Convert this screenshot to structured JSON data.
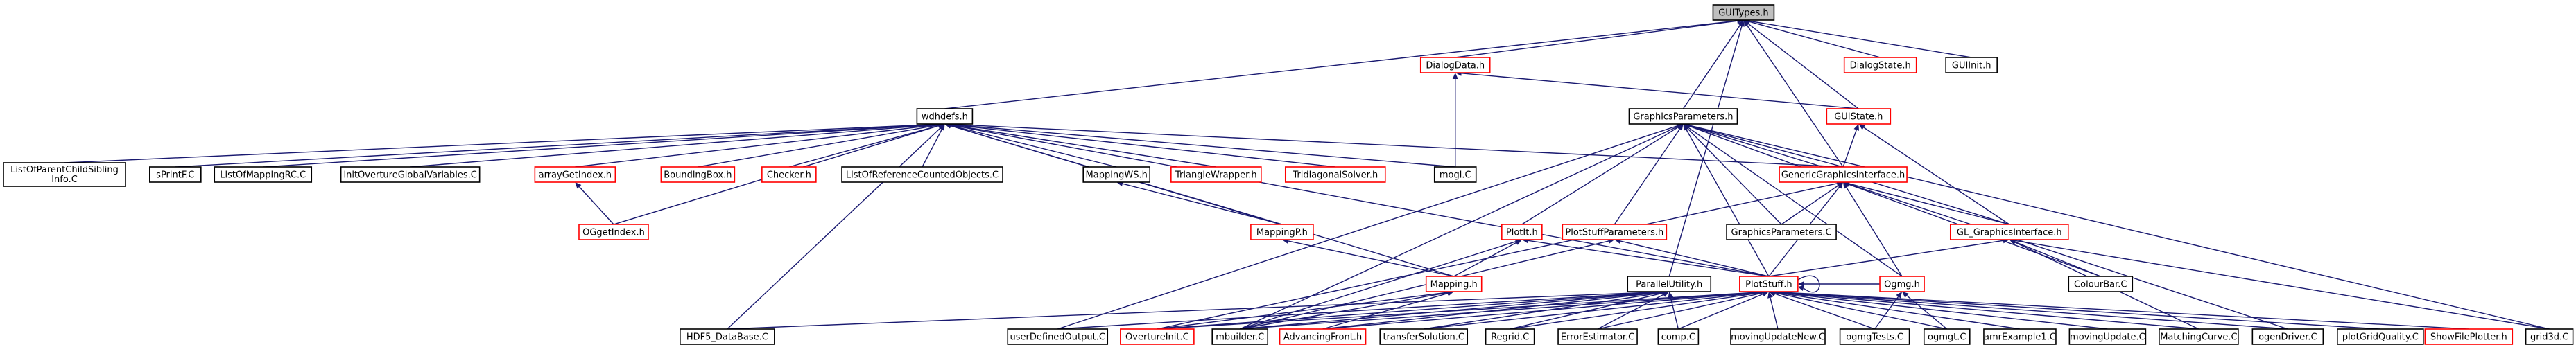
{
  "graph": {
    "nodes": [
      {
        "id": "GUITypes",
        "label": "GUITypes.h",
        "style": "root"
      },
      {
        "id": "DialogData",
        "label": "DialogData.h",
        "style": "red"
      },
      {
        "id": "DialogState",
        "label": "DialogState.h",
        "style": "red"
      },
      {
        "id": "GUIInit",
        "label": "GUIInit.h",
        "style": "plain"
      },
      {
        "id": "wdhdefs",
        "label": "wdhdefs.h",
        "style": "plain"
      },
      {
        "id": "GUIState",
        "label": "GUIState.h",
        "style": "red"
      },
      {
        "id": "GraphicsParameters",
        "label": "GraphicsParameters.h",
        "style": "plain"
      },
      {
        "id": "ListOfParentChildSiblingInfo",
        "label": "ListOfParentChildSibling Info.C",
        "lines": [
          "ListOfParentChildSibling",
          "Info.C"
        ],
        "style": "plain"
      },
      {
        "id": "sPrintF",
        "label": "sPrintF.C",
        "style": "plain"
      },
      {
        "id": "ListOfMappingRC",
        "label": "ListOfMappingRC.C",
        "style": "plain"
      },
      {
        "id": "initOvertureGlobalVariables",
        "label": "initOvertureGlobalVariables.C",
        "style": "plain"
      },
      {
        "id": "arrayGetIndex",
        "label": "arrayGetIndex.h",
        "style": "red"
      },
      {
        "id": "BoundingBox",
        "label": "BoundingBox.h",
        "style": "red"
      },
      {
        "id": "Checker",
        "label": "Checker.h",
        "style": "red"
      },
      {
        "id": "ListOfReferenceCountedObjects",
        "label": "ListOfReferenceCountedObjects.C",
        "style": "plain"
      },
      {
        "id": "MappingWS",
        "label": "MappingWS.h",
        "style": "plain"
      },
      {
        "id": "TriangleWrapper",
        "label": "TriangleWrapper.h",
        "style": "red"
      },
      {
        "id": "TridiagonalSolver",
        "label": "TridiagonalSolver.h",
        "style": "red"
      },
      {
        "id": "mogl",
        "label": "mogl.C",
        "style": "plain"
      },
      {
        "id": "GenericGraphicsInterface",
        "label": "GenericGraphicsInterface.h",
        "style": "red"
      },
      {
        "id": "OGgetIndex",
        "label": "OGgetIndex.h",
        "style": "red"
      },
      {
        "id": "MappingP",
        "label": "MappingP.h",
        "style": "red"
      },
      {
        "id": "PlotIt",
        "label": "PlotIt.h",
        "style": "red"
      },
      {
        "id": "PlotStuffParameters",
        "label": "PlotStuffParameters.h",
        "style": "red"
      },
      {
        "id": "GraphicsParametersC",
        "label": "GraphicsParameters.C",
        "style": "plain"
      },
      {
        "id": "GL_GraphicsInterface",
        "label": "GL_GraphicsInterface.h",
        "style": "red"
      },
      {
        "id": "Mapping",
        "label": "Mapping.h",
        "style": "red"
      },
      {
        "id": "ParallelUtility",
        "label": "ParallelUtility.h",
        "style": "plain"
      },
      {
        "id": "PlotStuff",
        "label": "PlotStuff.h",
        "style": "red"
      },
      {
        "id": "Ogmg",
        "label": "Ogmg.h",
        "style": "red"
      },
      {
        "id": "ColourBar",
        "label": "ColourBar.C",
        "style": "plain"
      },
      {
        "id": "HDF5_DataBase",
        "label": "HDF5_DataBase.C",
        "style": "plain"
      },
      {
        "id": "userDefinedOutput",
        "label": "userDefinedOutput.C",
        "style": "plain"
      },
      {
        "id": "OvertureInit",
        "label": "OvertureInit.C",
        "style": "red"
      },
      {
        "id": "mbuilder",
        "label": "mbuilder.C",
        "style": "plain"
      },
      {
        "id": "AdvancingFront",
        "label": "AdvancingFront.h",
        "style": "red"
      },
      {
        "id": "transferSolution",
        "label": "transferSolution.C",
        "style": "plain"
      },
      {
        "id": "Regrid",
        "label": "Regrid.C",
        "style": "plain"
      },
      {
        "id": "ErrorEstimator",
        "label": "ErrorEstimator.C",
        "style": "plain"
      },
      {
        "id": "comp",
        "label": "comp.C",
        "style": "plain"
      },
      {
        "id": "movingUpdateNew",
        "label": "movingUpdateNew.C",
        "style": "plain"
      },
      {
        "id": "ogmgTests",
        "label": "ogmgTests.C",
        "style": "plain"
      },
      {
        "id": "ogmgt",
        "label": "ogmgt.C",
        "style": "plain"
      },
      {
        "id": "amrExample1",
        "label": "amrExample1.C",
        "style": "plain"
      },
      {
        "id": "movingUpdate",
        "label": "movingUpdate.C",
        "style": "plain"
      },
      {
        "id": "MatchingCurve",
        "label": "MatchingCurve.C",
        "style": "plain"
      },
      {
        "id": "ogenDriver",
        "label": "ogenDriver.C",
        "style": "plain"
      },
      {
        "id": "plotGridQuality",
        "label": "plotGridQuality.C",
        "style": "plain"
      },
      {
        "id": "ShowFilePlotter",
        "label": "ShowFilePlotter.h",
        "style": "red"
      },
      {
        "id": "grid3d",
        "label": "grid3d.C",
        "style": "plain"
      }
    ],
    "edges": [
      [
        "DialogData",
        "GUITypes"
      ],
      [
        "DialogState",
        "GUITypes"
      ],
      [
        "GUIInit",
        "GUITypes"
      ],
      [
        "wdhdefs",
        "GUITypes"
      ],
      [
        "GUIState",
        "GUITypes"
      ],
      [
        "GraphicsParameters",
        "GUITypes"
      ],
      [
        "GenericGraphicsInterface",
        "GUITypes"
      ],
      [
        "ParallelUtility",
        "GUITypes"
      ],
      [
        "mogl",
        "DialogData"
      ],
      [
        "GUIState",
        "DialogData"
      ],
      [
        "ListOfParentChildSiblingInfo",
        "wdhdefs"
      ],
      [
        "sPrintF",
        "wdhdefs"
      ],
      [
        "ListOfMappingRC",
        "wdhdefs"
      ],
      [
        "initOvertureGlobalVariables",
        "wdhdefs"
      ],
      [
        "arrayGetIndex",
        "wdhdefs"
      ],
      [
        "BoundingBox",
        "wdhdefs"
      ],
      [
        "Checker",
        "wdhdefs"
      ],
      [
        "ListOfReferenceCountedObjects",
        "wdhdefs"
      ],
      [
        "MappingWS",
        "wdhdefs"
      ],
      [
        "TriangleWrapper",
        "wdhdefs"
      ],
      [
        "TridiagonalSolver",
        "wdhdefs"
      ],
      [
        "mogl",
        "wdhdefs"
      ],
      [
        "GenericGraphicsInterface",
        "wdhdefs"
      ],
      [
        "OGgetIndex",
        "wdhdefs"
      ],
      [
        "MappingP",
        "wdhdefs"
      ],
      [
        "PlotStuff",
        "wdhdefs"
      ],
      [
        "HDF5_DataBase",
        "wdhdefs"
      ],
      [
        "Mapping",
        "wdhdefs"
      ],
      [
        "OGgetIndex",
        "arrayGetIndex"
      ],
      [
        "MappingP",
        "MappingWS"
      ],
      [
        "Mapping",
        "MappingP"
      ],
      [
        "GenericGraphicsInterface",
        "GUIState"
      ],
      [
        "GL_GraphicsInterface",
        "GUIState"
      ],
      [
        "GenericGraphicsInterface",
        "GraphicsParameters"
      ],
      [
        "GraphicsParametersC",
        "GraphicsParameters"
      ],
      [
        "PlotIt",
        "GraphicsParameters"
      ],
      [
        "PlotStuffParameters",
        "GraphicsParameters"
      ],
      [
        "GL_GraphicsInterface",
        "GraphicsParameters"
      ],
      [
        "ColourBar",
        "GraphicsParameters"
      ],
      [
        "userDefinedOutput",
        "GraphicsParameters"
      ],
      [
        "grid3d",
        "GraphicsParameters"
      ],
      [
        "Ogmg",
        "GraphicsParameters"
      ],
      [
        "mbuilder",
        "GraphicsParameters"
      ],
      [
        "PlotStuff",
        "GraphicsParameters"
      ],
      [
        "GraphicsParametersC",
        "GenericGraphicsInterface"
      ],
      [
        "GL_GraphicsInterface",
        "GenericGraphicsInterface"
      ],
      [
        "Ogmg",
        "GenericGraphicsInterface"
      ],
      [
        "PlotStuff",
        "GenericGraphicsInterface"
      ],
      [
        "ogenDriver",
        "GenericGraphicsInterface"
      ],
      [
        "OvertureInit",
        "GenericGraphicsInterface"
      ],
      [
        "ColourBar",
        "GL_GraphicsInterface"
      ],
      [
        "PlotStuff",
        "GL_GraphicsInterface"
      ],
      [
        "grid3d",
        "GL_GraphicsInterface"
      ],
      [
        "MatchingCurve",
        "GL_GraphicsInterface"
      ],
      [
        "Mapping",
        "PlotIt"
      ],
      [
        "PlotStuff",
        "PlotIt"
      ],
      [
        "mbuilder",
        "PlotIt"
      ],
      [
        "PlotStuff",
        "PlotStuffParameters"
      ],
      [
        "mbuilder",
        "PlotStuffParameters"
      ],
      [
        "HDF5_DataBase",
        "ParallelUtility"
      ],
      [
        "userDefinedOutput",
        "ParallelUtility"
      ],
      [
        "OvertureInit",
        "ParallelUtility"
      ],
      [
        "mbuilder",
        "ParallelUtility"
      ],
      [
        "AdvancingFront",
        "ParallelUtility"
      ],
      [
        "transferSolution",
        "ParallelUtility"
      ],
      [
        "Regrid",
        "ParallelUtility"
      ],
      [
        "ErrorEstimator",
        "ParallelUtility"
      ],
      [
        "comp",
        "ParallelUtility"
      ],
      [
        "OvertureInit",
        "Mapping"
      ],
      [
        "mbuilder",
        "Mapping"
      ],
      [
        "AdvancingFront",
        "Mapping"
      ],
      [
        "OvertureInit",
        "PlotStuff"
      ],
      [
        "mbuilder",
        "PlotStuff"
      ],
      [
        "AdvancingFront",
        "PlotStuff"
      ],
      [
        "transferSolution",
        "PlotStuff"
      ],
      [
        "Regrid",
        "PlotStuff"
      ],
      [
        "ErrorEstimator",
        "PlotStuff"
      ],
      [
        "comp",
        "PlotStuff"
      ],
      [
        "movingUpdateNew",
        "PlotStuff"
      ],
      [
        "ogmgTests",
        "PlotStuff"
      ],
      [
        "ogmgt",
        "PlotStuff"
      ],
      [
        "amrExample1",
        "PlotStuff"
      ],
      [
        "movingUpdate",
        "PlotStuff"
      ],
      [
        "MatchingCurve",
        "PlotStuff"
      ],
      [
        "ogenDriver",
        "PlotStuff"
      ],
      [
        "plotGridQuality",
        "PlotStuff"
      ],
      [
        "ShowFilePlotter",
        "PlotStuff"
      ],
      [
        "Ogmg",
        "PlotStuff"
      ],
      [
        "ogmgTests",
        "Ogmg"
      ],
      [
        "ogmgt",
        "Ogmg"
      ]
    ]
  }
}
